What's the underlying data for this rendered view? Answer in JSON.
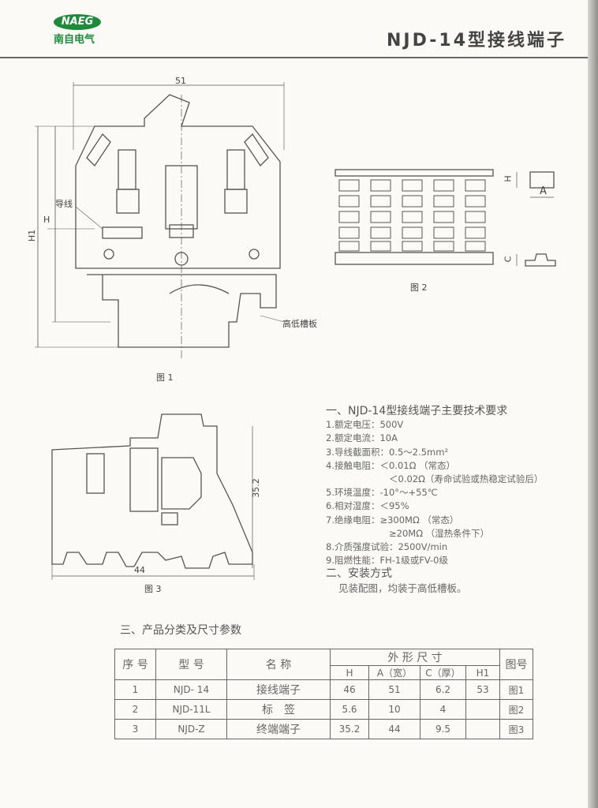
{
  "header": {
    "logo_mark": "NAEG",
    "logo_cn": "南自电气",
    "title": "NJD-14型接线端子"
  },
  "fig1": {
    "dim_width": "51",
    "dim_h": "H",
    "dim_h1": "H1",
    "label_wire": "导线",
    "label_rail": "高低槽板",
    "caption": "图 1"
  },
  "fig2": {
    "dim_h": "H",
    "dim_a": "A",
    "dim_c": "C",
    "caption": "图 2"
  },
  "fig3": {
    "dim_height": "35.2",
    "dim_width": "44",
    "caption": "图 3"
  },
  "specs": {
    "heading": "一、NJD-14型接线端子主要技术要求",
    "items": [
      "1.额定电压：500V",
      "2.额定电流：10A",
      "3.导线截面积：0.5～2.5mm²",
      "4.接触电阻：＜0.01Ω （常态）",
      "＜0.02Ω（寿命试验或热稳定试验后）",
      "5.环境温度：-10°～+55℃",
      "6.相对湿度：＜95%",
      "7.绝缘电阻：≥300MΩ （常态）",
      "≥20MΩ （湿热条件下）",
      "8.介质强度试验：2500V/min",
      "9.阻燃性能：FH-1级或FV-0级"
    ],
    "install_heading": "二、安装方式",
    "install_text": "见装配图，均装于高低槽板。"
  },
  "table": {
    "section_title": "三、产品分类及尺寸参数",
    "headers": {
      "no": "序 号",
      "model": "型 号",
      "name": "名 称",
      "dims": "外 形 尺 寸",
      "fig": "图号",
      "h": "H",
      "a": "A（宽）",
      "c": "C（厚）",
      "h1": "H1"
    },
    "rows": [
      {
        "no": "1",
        "model": "NJD- 14",
        "name": "接线端子",
        "h": "46",
        "a": "51",
        "c": "6.2",
        "h1": "53",
        "fig": "图1"
      },
      {
        "no": "2",
        "model": "NJD-11L",
        "name": "标　签",
        "h": "5.6",
        "a": "10",
        "c": "4",
        "h1": "",
        "fig": "图2"
      },
      {
        "no": "3",
        "model": "NJD-Z",
        "name": "终端端子",
        "h": "35.2",
        "a": "44",
        "c": "9.5",
        "h1": "",
        "fig": "图3"
      }
    ]
  }
}
